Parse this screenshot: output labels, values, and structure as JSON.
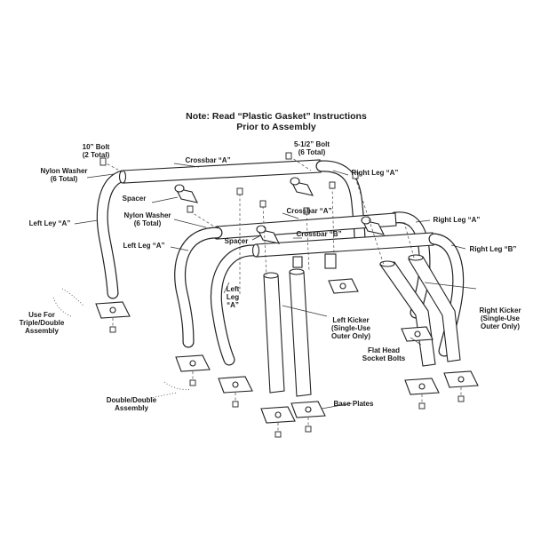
{
  "title": {
    "line1": "Note: Read “Plastic Gasket” Instructions",
    "line2": "Prior to Assembly"
  },
  "labels": {
    "bolt10_l1": "10” Bolt",
    "bolt10_l2": "(2 Total)",
    "nylon_top_l1": "Nylon Washer",
    "nylon_top_l2": "(6 Total)",
    "crossbar_a_top": "Crossbar “A”",
    "bolt512_l1": "5-1/2” Bolt",
    "bolt512_l2": "(6 Total)",
    "right_leg_a_top": "Right Leg “A”",
    "spacer_top": "Spacer",
    "left_ley_a": "Left Ley “A”",
    "nylon_mid_l1": "Nylon Washer",
    "nylon_mid_l2": "(6 Total)",
    "crossbar_a_mid": "Crossbar “A”",
    "right_leg_a_mid": "Right Leg “A”",
    "left_leg_a_mid": "Left Leg “A”",
    "spacer_mid": "Spacer",
    "crossbar_b": "Crossbar “B”",
    "right_leg_b": "Right Leg “B”",
    "left_leg_a_low_l1": "Left",
    "left_leg_a_low_l2": "Leg",
    "left_leg_a_low_l3": "“A”",
    "use_for_l1": "Use For",
    "use_for_l2": "Triple/Double",
    "use_for_l3": "Assembly",
    "left_kicker_l1": "Left Kicker",
    "left_kicker_l2": "(Single-Use",
    "left_kicker_l3": "Outer Only)",
    "right_kicker_l1": "Right Kicker",
    "right_kicker_l2": "(Single-Use",
    "right_kicker_l3": "Outer Only)",
    "flat_head_l1": "Flat Head",
    "flat_head_l2": "Socket Bolts",
    "double_l1": "Double/Double",
    "double_l2": "Assembly",
    "base_plates": "Base Plates"
  }
}
